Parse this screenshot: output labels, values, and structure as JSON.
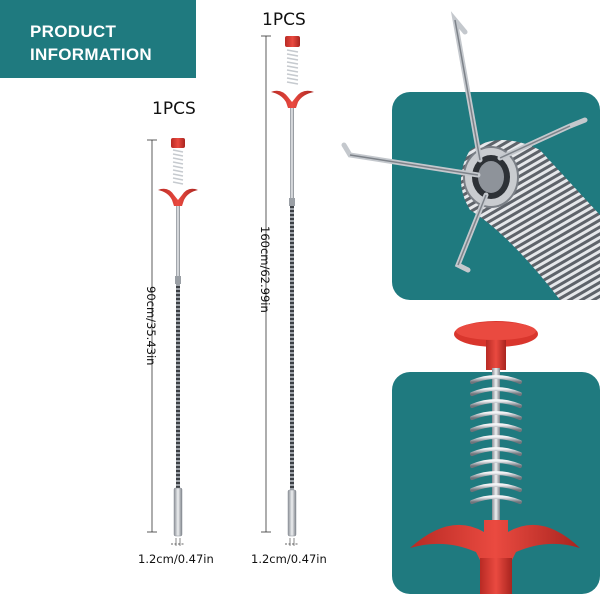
{
  "banner": {
    "line1": "PRODUCT",
    "line2": "INFORMATION"
  },
  "tool_short": {
    "quantity": "1PCS",
    "length_label": "90cm/35.43in",
    "tip_label": "1.2cm/0.47in"
  },
  "tool_long": {
    "quantity": "1PCS",
    "length_label": "160cm/62.99in",
    "tip_label": "1.2cm/0.47in"
  },
  "colors": {
    "teal": "#1f7a7f",
    "red": "#d6342c",
    "steel": "#b8bcc2"
  }
}
